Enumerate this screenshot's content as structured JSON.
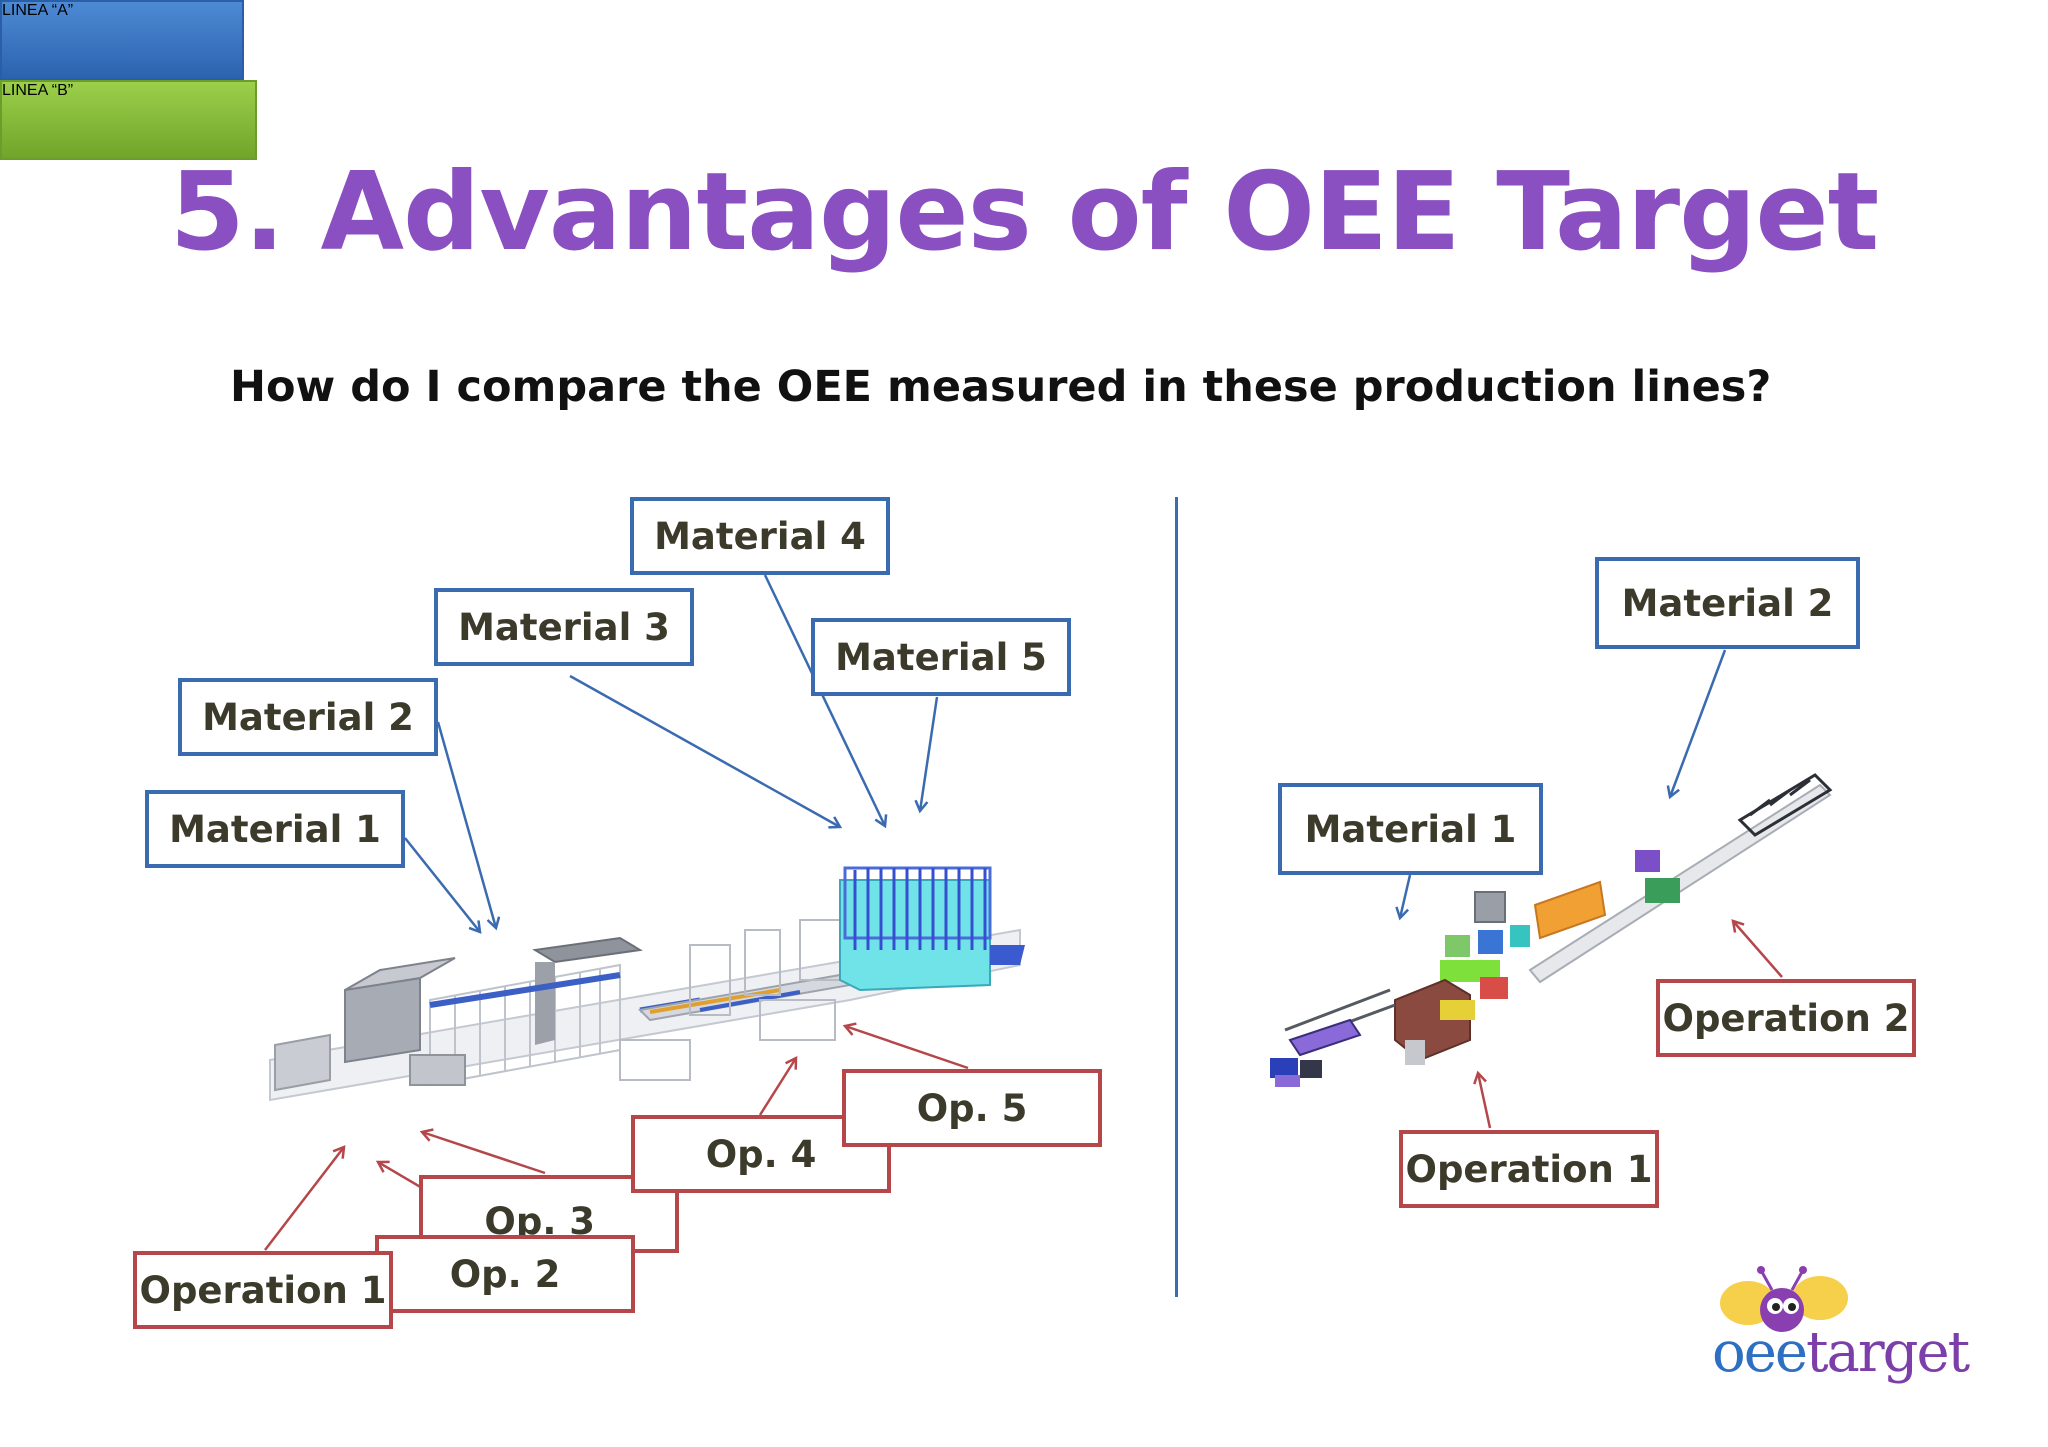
{
  "slide": {
    "title": "5. Advantages of OEE Target",
    "subtitle": "How do I compare the OEE measured in these production lines?"
  },
  "line_a": {
    "label": "LINEA  “A”",
    "materials": [
      "Material 1",
      "Material 2",
      "Material 3",
      "Material 4",
      "Material 5"
    ],
    "operations": [
      "Operation 1",
      "Op. 2",
      "Op. 3",
      "Op. 4",
      "Op. 5"
    ]
  },
  "line_b": {
    "label": "LINEA  “B”",
    "materials": [
      "Material 1",
      "Material 2"
    ],
    "operations": [
      "Operation 1",
      "Operation 2"
    ]
  },
  "logo": {
    "part1": "oee",
    "part2": "target"
  },
  "colors": {
    "title": "#8a4fc0",
    "material_border": "#3a6bb1",
    "operation_border": "#b5474a",
    "line_a": "#3a74c4",
    "line_b": "#86bb3a"
  }
}
